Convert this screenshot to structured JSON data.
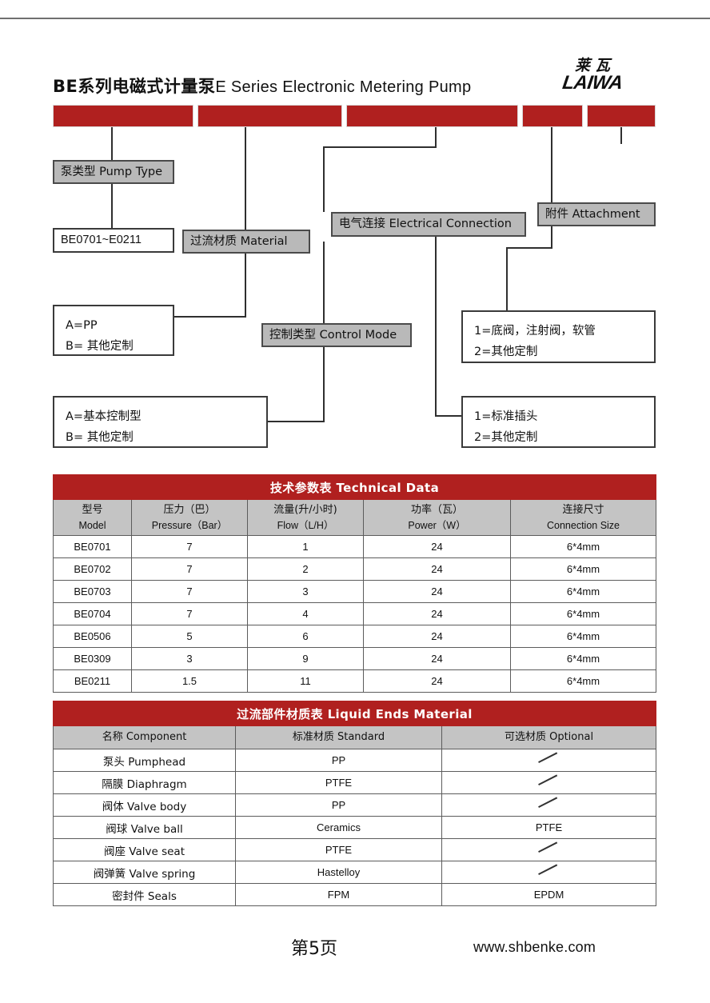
{
  "header": {
    "title_cn": "BE系列电磁式计量泵",
    "title_en": "E Series Electronic Metering  Pump",
    "logo_cn": "莱瓦",
    "logo_en": "LAIWA"
  },
  "colors": {
    "red": "#b0201f",
    "gray_box": "#b9b9b9",
    "table_header_gray": "#c4c4c4",
    "line": "#3a3a3a"
  },
  "diagram": {
    "bars": [
      {
        "label": "segment-1"
      },
      {
        "label": "segment-2"
      },
      {
        "label": "segment-3"
      },
      {
        "label": "segment-4"
      },
      {
        "label": "segment-5"
      }
    ],
    "nodes": {
      "pump_type": "泵类型 Pump Type",
      "pump_type_value": "BE0701~E0211",
      "material": "过流材质 Material",
      "material_values": [
        "A=PP",
        "B= 其他定制"
      ],
      "control_mode": "控制类型 Control Mode",
      "control_mode_values": [
        "A=基本控制型",
        "B= 其他定制"
      ],
      "electrical_connection": "电气连接 Electrical Connection",
      "electrical_values": [
        "1=标准插头",
        "2=其他定制"
      ],
      "attachment": "附件 Attachment",
      "attachment_values": [
        "1=底阀，注射阀，软管",
        "2=其他定制"
      ]
    }
  },
  "technical_table": {
    "title": "技术参数表  Technical Data",
    "columns": [
      {
        "cn": "型号",
        "en": "Model"
      },
      {
        "cn": "压力（巴）",
        "en": "Pressure（Bar）"
      },
      {
        "cn": "流量(升/小时)",
        "en": "Flow（L/H）"
      },
      {
        "cn": "功率（瓦）",
        "en": "Power（W）"
      },
      {
        "cn": "连接尺寸",
        "en": "Connection Size"
      }
    ],
    "rows": [
      [
        "BE0701",
        "7",
        "1",
        "24",
        "6*4mm"
      ],
      [
        "BE0702",
        "7",
        "2",
        "24",
        "6*4mm"
      ],
      [
        "BE0703",
        "7",
        "3",
        "24",
        "6*4mm"
      ],
      [
        "BE0704",
        "7",
        "4",
        "24",
        "6*4mm"
      ],
      [
        "BE0506",
        "5",
        "6",
        "24",
        "6*4mm"
      ],
      [
        "BE0309",
        "3",
        "9",
        "24",
        "6*4mm"
      ],
      [
        "BE0211",
        "1.5",
        "11",
        "24",
        "6*4mm"
      ]
    ]
  },
  "material_table": {
    "title": "过流部件材质表 Liquid Ends Material",
    "columns": [
      "名称 Component",
      "标准材质 Standard",
      "可选材质 Optional"
    ],
    "rows": [
      [
        "泵头 Pumphead",
        "PP",
        ""
      ],
      [
        "隔膜 Diaphragm",
        "PTFE",
        ""
      ],
      [
        "阀体 Valve body",
        "PP",
        ""
      ],
      [
        "阀球 Valve ball",
        "Ceramics",
        "PTFE"
      ],
      [
        "阀座 Valve seat",
        "PTFE",
        ""
      ],
      [
        "阀弹簧 Valve spring",
        "Hastelloy",
        ""
      ],
      [
        "密封件 Seals",
        "FPM",
        "EPDM"
      ]
    ]
  },
  "footer": {
    "page_number": "第5页",
    "website": "www.shbenke.com"
  }
}
